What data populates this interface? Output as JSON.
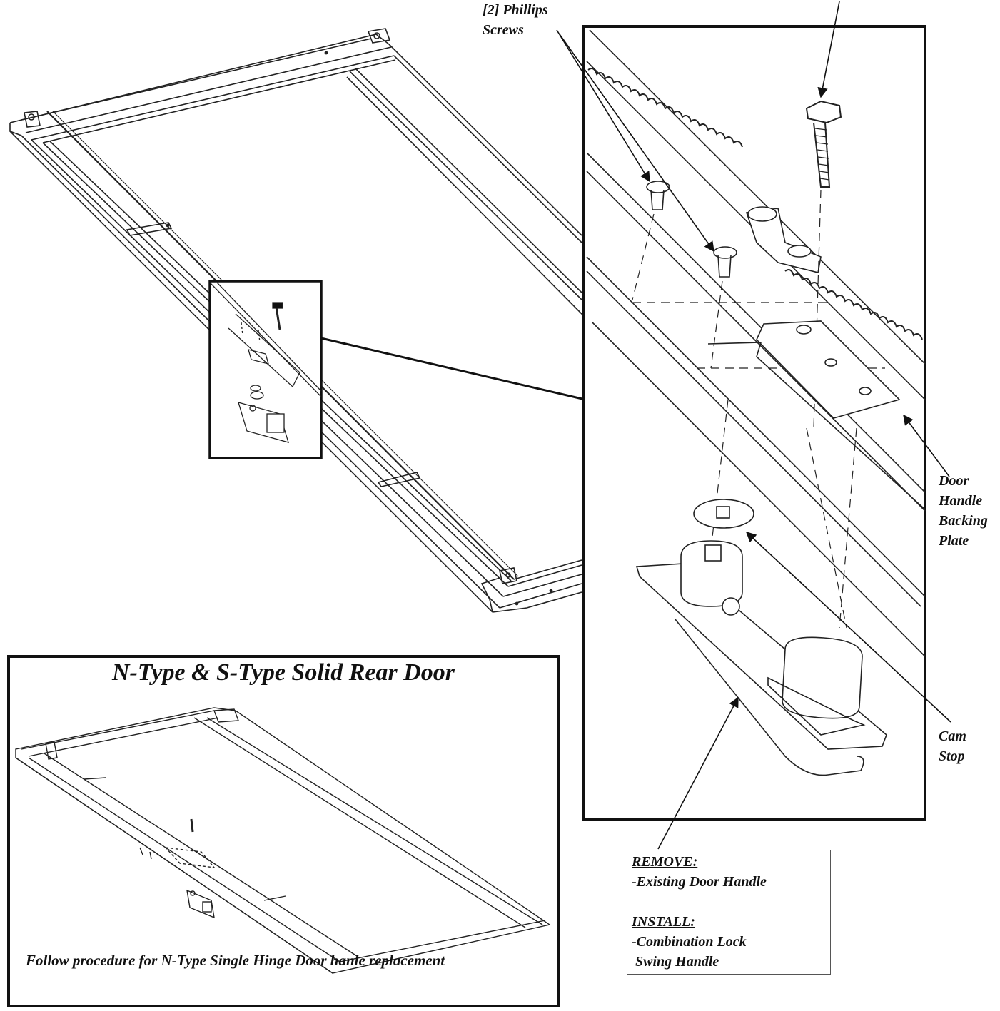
{
  "labels": {
    "phillips": [
      "[2] Phillips",
      "Screws"
    ],
    "backing_plate": [
      "Door",
      "Handle",
      "Backing",
      "Plate"
    ],
    "cam_stop": [
      "Cam",
      "Stop"
    ]
  },
  "inset": {
    "title": "N-Type & S-Type Solid Rear Door",
    "footer": "Follow procedure for N-Type Single Hinge Door hanle replacement"
  },
  "instructions": {
    "remove_header": "REMOVE:",
    "remove_item": "-Existing Door Handle",
    "install_header": "INSTALL:",
    "install_item_1": "-Combination Lock",
    "install_item_2": " Swing Handle"
  }
}
